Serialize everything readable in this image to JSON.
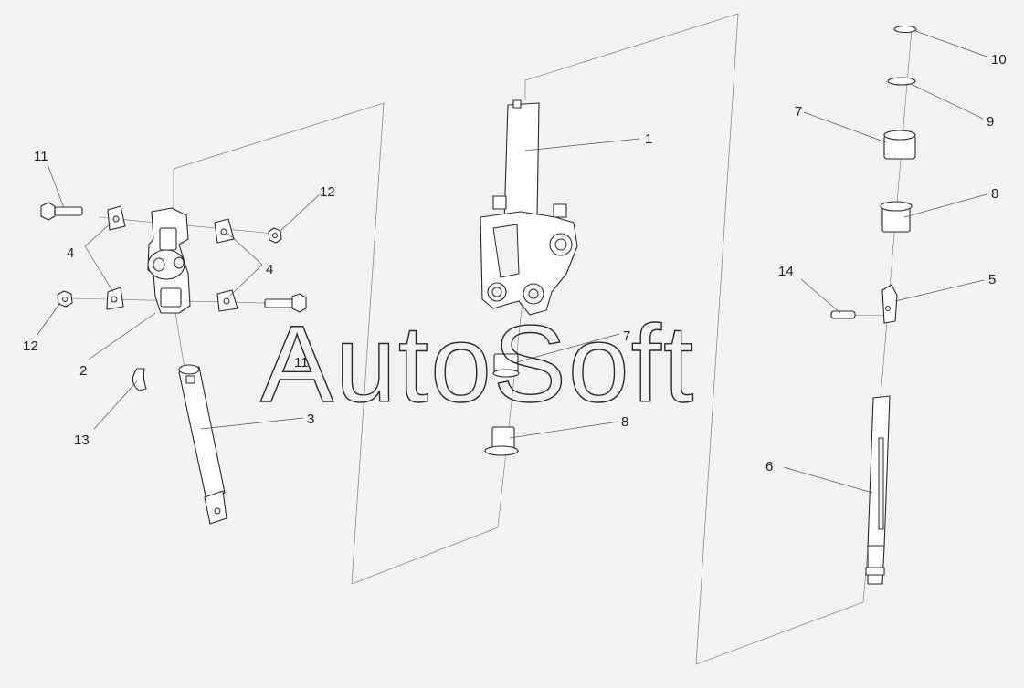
{
  "watermark": {
    "text": "AutoSoft"
  },
  "callouts": [
    {
      "id": "c-1",
      "label": "1"
    },
    {
      "id": "c-2",
      "label": "2"
    },
    {
      "id": "c-3",
      "label": "3"
    },
    {
      "id": "c-4a",
      "label": "4"
    },
    {
      "id": "c-4b",
      "label": "4"
    },
    {
      "id": "c-5",
      "label": "5"
    },
    {
      "id": "c-6",
      "label": "6"
    },
    {
      "id": "c-7a",
      "label": "7"
    },
    {
      "id": "c-7b",
      "label": "7"
    },
    {
      "id": "c-8a",
      "label": "8"
    },
    {
      "id": "c-8b",
      "label": "8"
    },
    {
      "id": "c-9",
      "label": "9"
    },
    {
      "id": "c-10",
      "label": "10"
    },
    {
      "id": "c-11a",
      "label": "11"
    },
    {
      "id": "c-11b",
      "label": "11"
    },
    {
      "id": "c-12a",
      "label": "12"
    },
    {
      "id": "c-12b",
      "label": "12"
    },
    {
      "id": "c-13",
      "label": "13"
    },
    {
      "id": "c-14",
      "label": "14"
    }
  ]
}
